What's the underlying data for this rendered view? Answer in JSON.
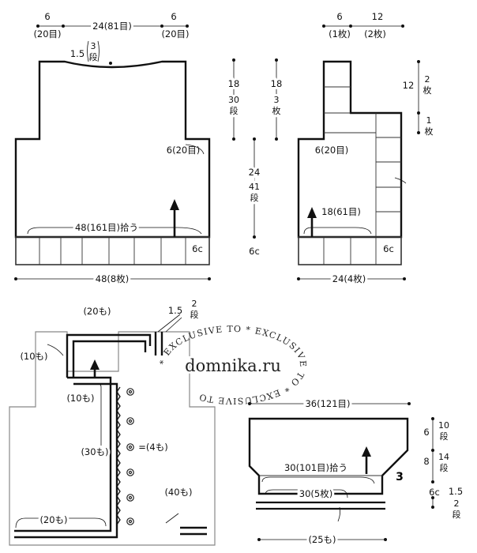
{
  "back": {
    "top_left_width": "6",
    "top_left_count": "(20目)",
    "neck_width": "24(81目)",
    "top_right_width": "6",
    "top_right_count": "(20目)",
    "neck_drop": "1.5",
    "neck_drop_rows": "3",
    "neck_drop_unit": "段",
    "armhole_height": "18",
    "armhole_rows": "30",
    "armhole_unit": "段",
    "shoulder_slope": "18",
    "shoulder_rows": "3",
    "shoulder_unit": "枚",
    "body_height": "24",
    "body_rows": "41",
    "body_unit": "段",
    "armhole_bind": "6(20目)",
    "pickup_label": "48(161目)拾う",
    "border_height": "6c",
    "side_border_height": "6c",
    "bottom_width": "48(8枚)"
  },
  "front": {
    "top_left_width": "6",
    "top_left_count": "(1枚)",
    "top_right_width": "12",
    "top_right_count": "(2枚)",
    "neck_height": "12",
    "neck_rows_1": "2",
    "neck_unit_1": "枚",
    "neck_rows_2": "1",
    "neck_unit_2": "枚",
    "armhole_bind": "6(20目)",
    "pickup_label": "18(61目)",
    "border_height": "6c",
    "bottom_width": "24(4枚)"
  },
  "band": {
    "top_width": "(20も)",
    "step_label": "1.5",
    "step_rows": "2",
    "step_unit": "段",
    "left_side": "(10も)",
    "inner_label": "(10も)",
    "side_length": "(30も)",
    "button_label": "=(4も)",
    "bottom_label": "(20も)",
    "right_label": "(40も)"
  },
  "sleeve": {
    "top_width": "36(121目)",
    "pickup_label": "30(101目)拾う",
    "border_label": "30(5枚)",
    "bottom_label": "(25も)",
    "cuff_number": "3",
    "height_1": "6",
    "height_1_rows": "10",
    "height_1_unit": "段",
    "height_2": "8",
    "height_2_rows": "14",
    "height_2_unit": "段",
    "cuff_height": "6c",
    "cuff_extra": "1.5",
    "cuff_extra_rows": "2",
    "cuff_extra_unit": "段"
  },
  "watermark": {
    "site": "domnika.ru",
    "ring_text": "* EXCLUSIVE TO * EXCLUSIVE TO * EXCLUSIVE TO"
  }
}
